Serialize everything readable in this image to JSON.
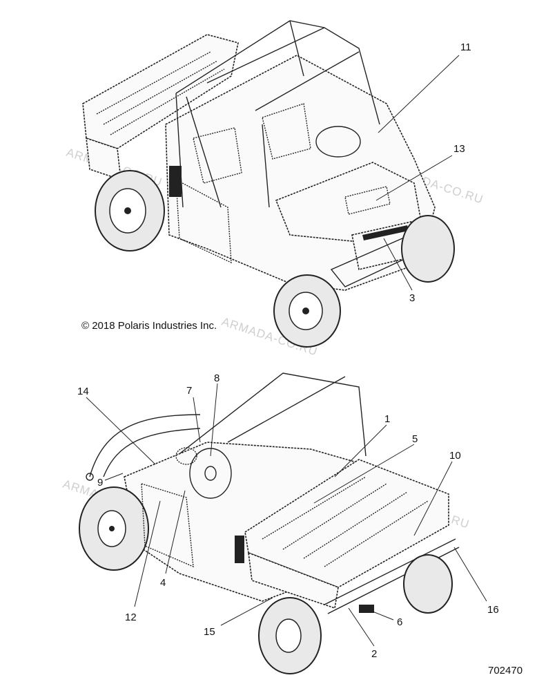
{
  "copyright": "© 2018 Polaris Industries Inc.",
  "document_id": "702470",
  "watermark": "ARMADA-CO.RU",
  "callouts": {
    "c1": "1",
    "c2": "2",
    "c3": "3",
    "c4": "4",
    "c5": "5",
    "c6": "6",
    "c7": "7",
    "c8": "8",
    "c9": "9",
    "c10": "10",
    "c11": "11",
    "c12": "12",
    "c13": "13",
    "c14": "14",
    "c15": "15",
    "c16": "16"
  }
}
